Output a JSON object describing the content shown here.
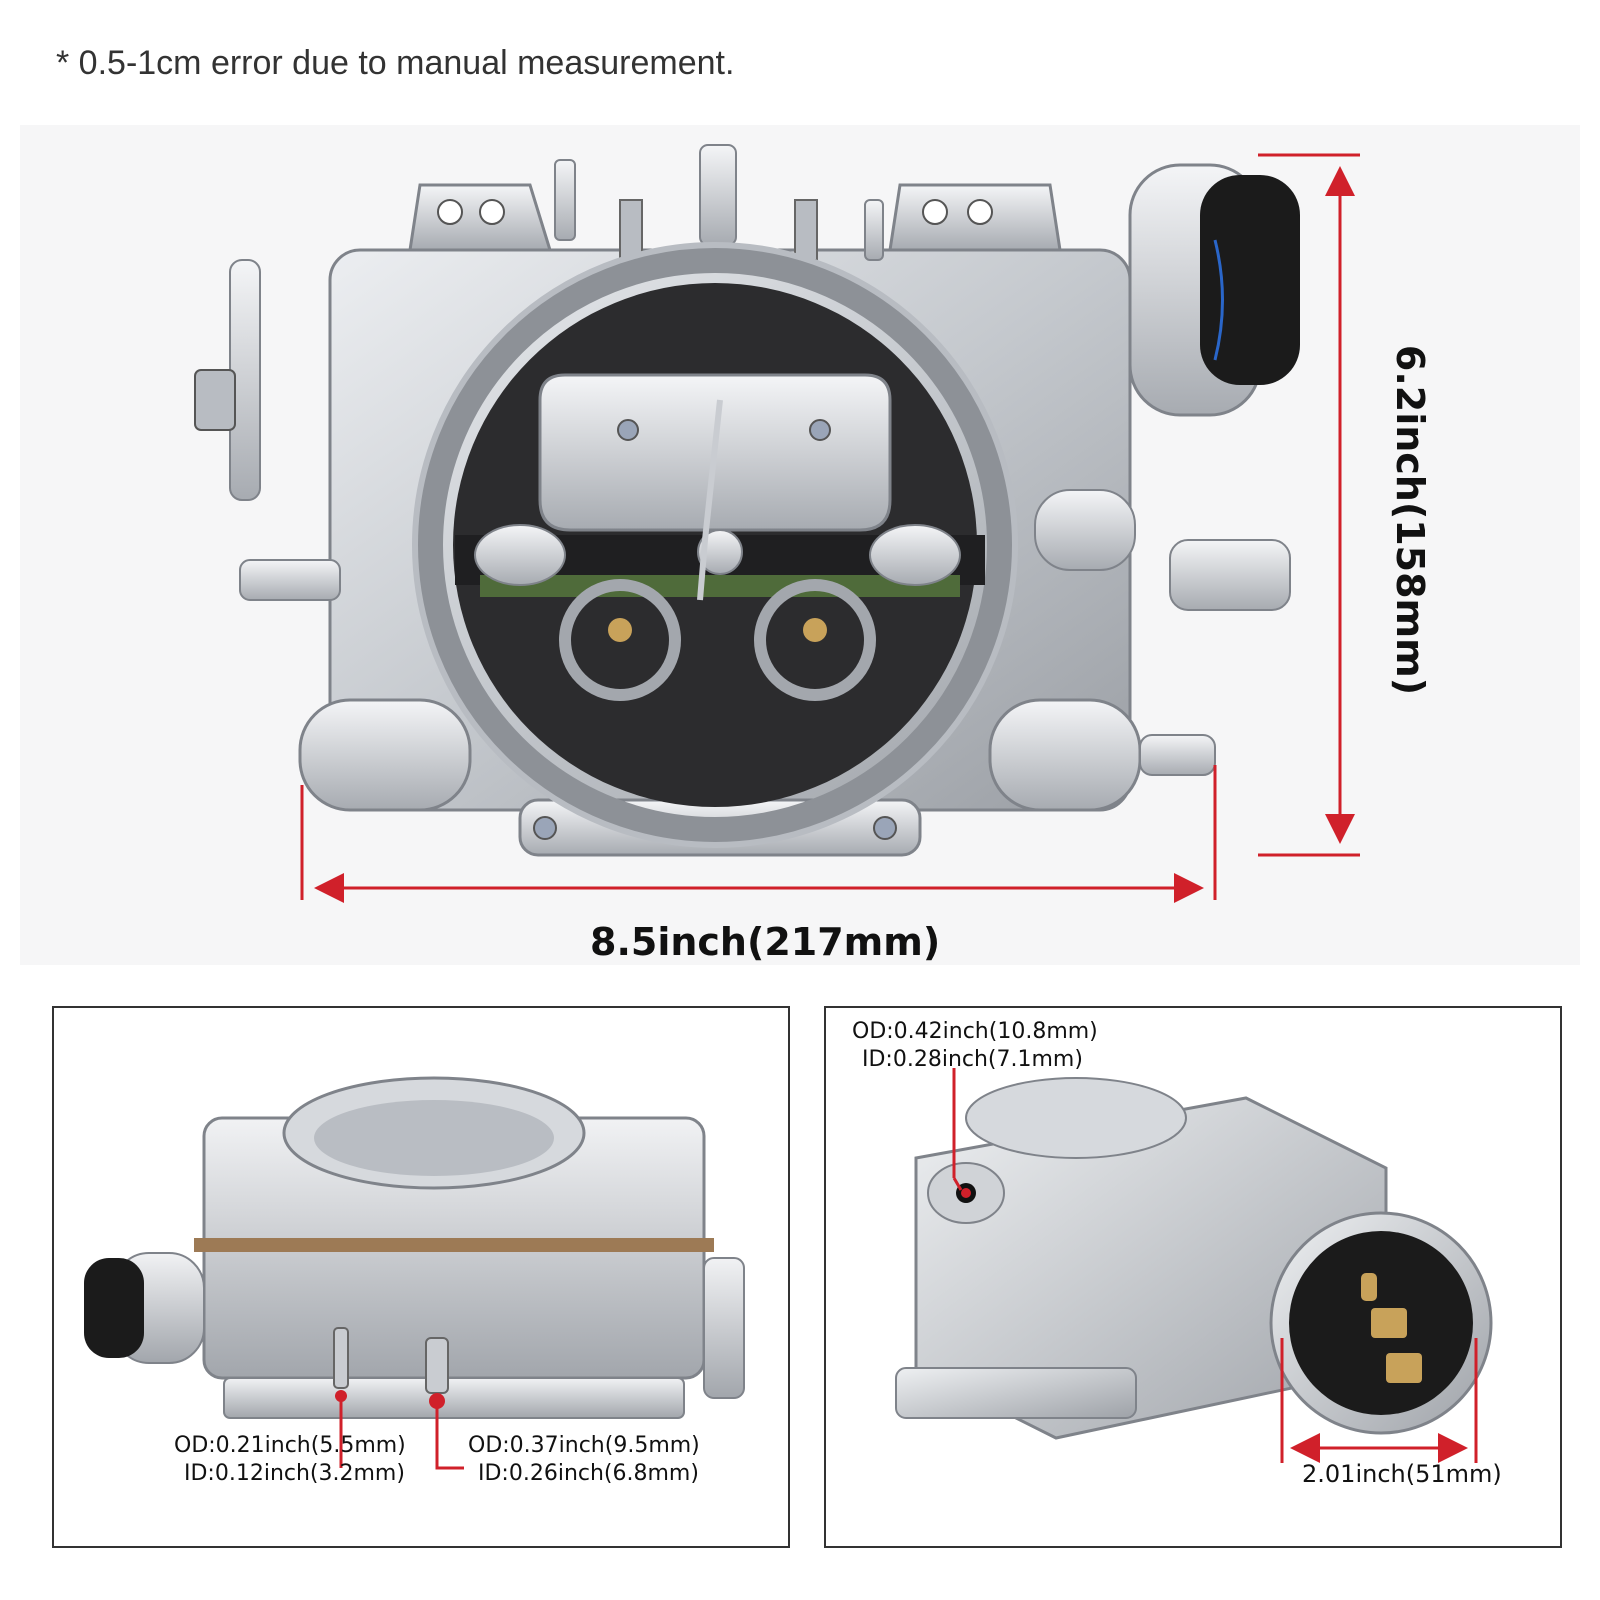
{
  "note": "* 0.5-1cm error due to manual measurement.",
  "main_view": {
    "width_label": "8.5inch(217mm)",
    "height_label": "6.2inch(158mm)"
  },
  "left_panel": {
    "spec_a": {
      "od": "OD:0.21inch(5.5mm)",
      "id": "ID:0.12inch(3.2mm)"
    },
    "spec_b": {
      "od": "OD:0.37inch(9.5mm)",
      "id": "ID:0.26inch(6.8mm)"
    }
  },
  "right_panel": {
    "spec_c": {
      "od": "OD:0.42inch(10.8mm)",
      "id": "ID:0.28inch(7.1mm)"
    },
    "width_label": "2.01inch(51mm)"
  },
  "colors": {
    "dimension_line": "#d0202a",
    "metal": "#c9ccd1",
    "metal_dark": "#8d9197",
    "choke_cap": "#1b1b1b",
    "gasket_green": "#4f6b3a"
  }
}
